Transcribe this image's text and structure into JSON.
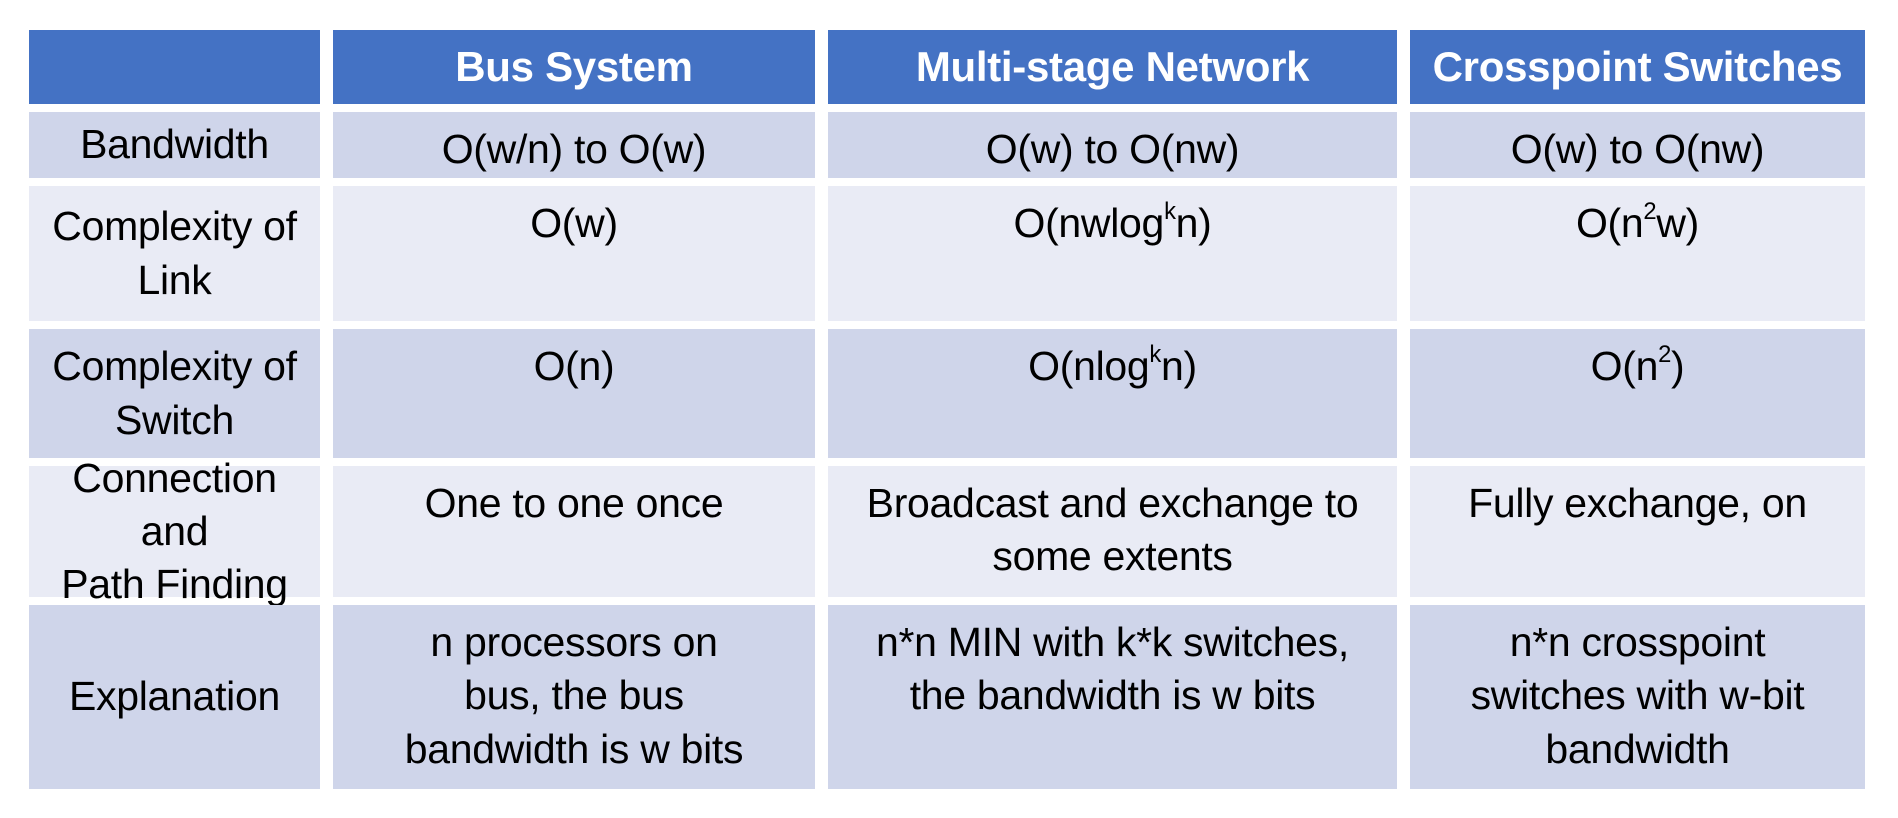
{
  "chart_data": {
    "type": "table",
    "columns": [
      "",
      "Bus System",
      "Multi-stage Network",
      "Crosspoint Switches"
    ],
    "rows": [
      {
        "label": "Bandwidth",
        "cells": [
          "O(w/n) to O(w)",
          "O(w) to O(nw)",
          "O(w) to O(nw)"
        ]
      },
      {
        "label": "Complexity of\nLink",
        "cells": [
          "O(w)",
          "O(nwlog_(k)n)",
          "O(n^(2)w)"
        ]
      },
      {
        "label": "Complexity of\nSwitch",
        "cells": [
          "O(n)",
          "O(nlog_(k)n)",
          "O(n^(2))"
        ]
      },
      {
        "label": "Connection and\nPath Finding",
        "cells": [
          "One to one once",
          "Broadcast and exchange to\nsome extents",
          "Fully exchange, on"
        ]
      },
      {
        "label": "Explanation",
        "cells": [
          "n processors on\nbus, the bus\nbandwidth is w bits",
          "n*n MIN with k*k switches,\nthe bandwidth is w bits",
          "n*n crosspoint\nswitches with w-bit\nbandwidth"
        ]
      }
    ],
    "layout": {
      "banding": "rows alternate dark/light starting dark",
      "header_row": true,
      "grid_gaps_white": true
    }
  },
  "colors": {
    "page_bg": "#FFFFFF",
    "header_bg": "#4472C4",
    "header_text": "#FFFFFF",
    "band_dark": "#CFD5EA",
    "band_light": "#E9EBF5",
    "body_text": "#000000"
  }
}
